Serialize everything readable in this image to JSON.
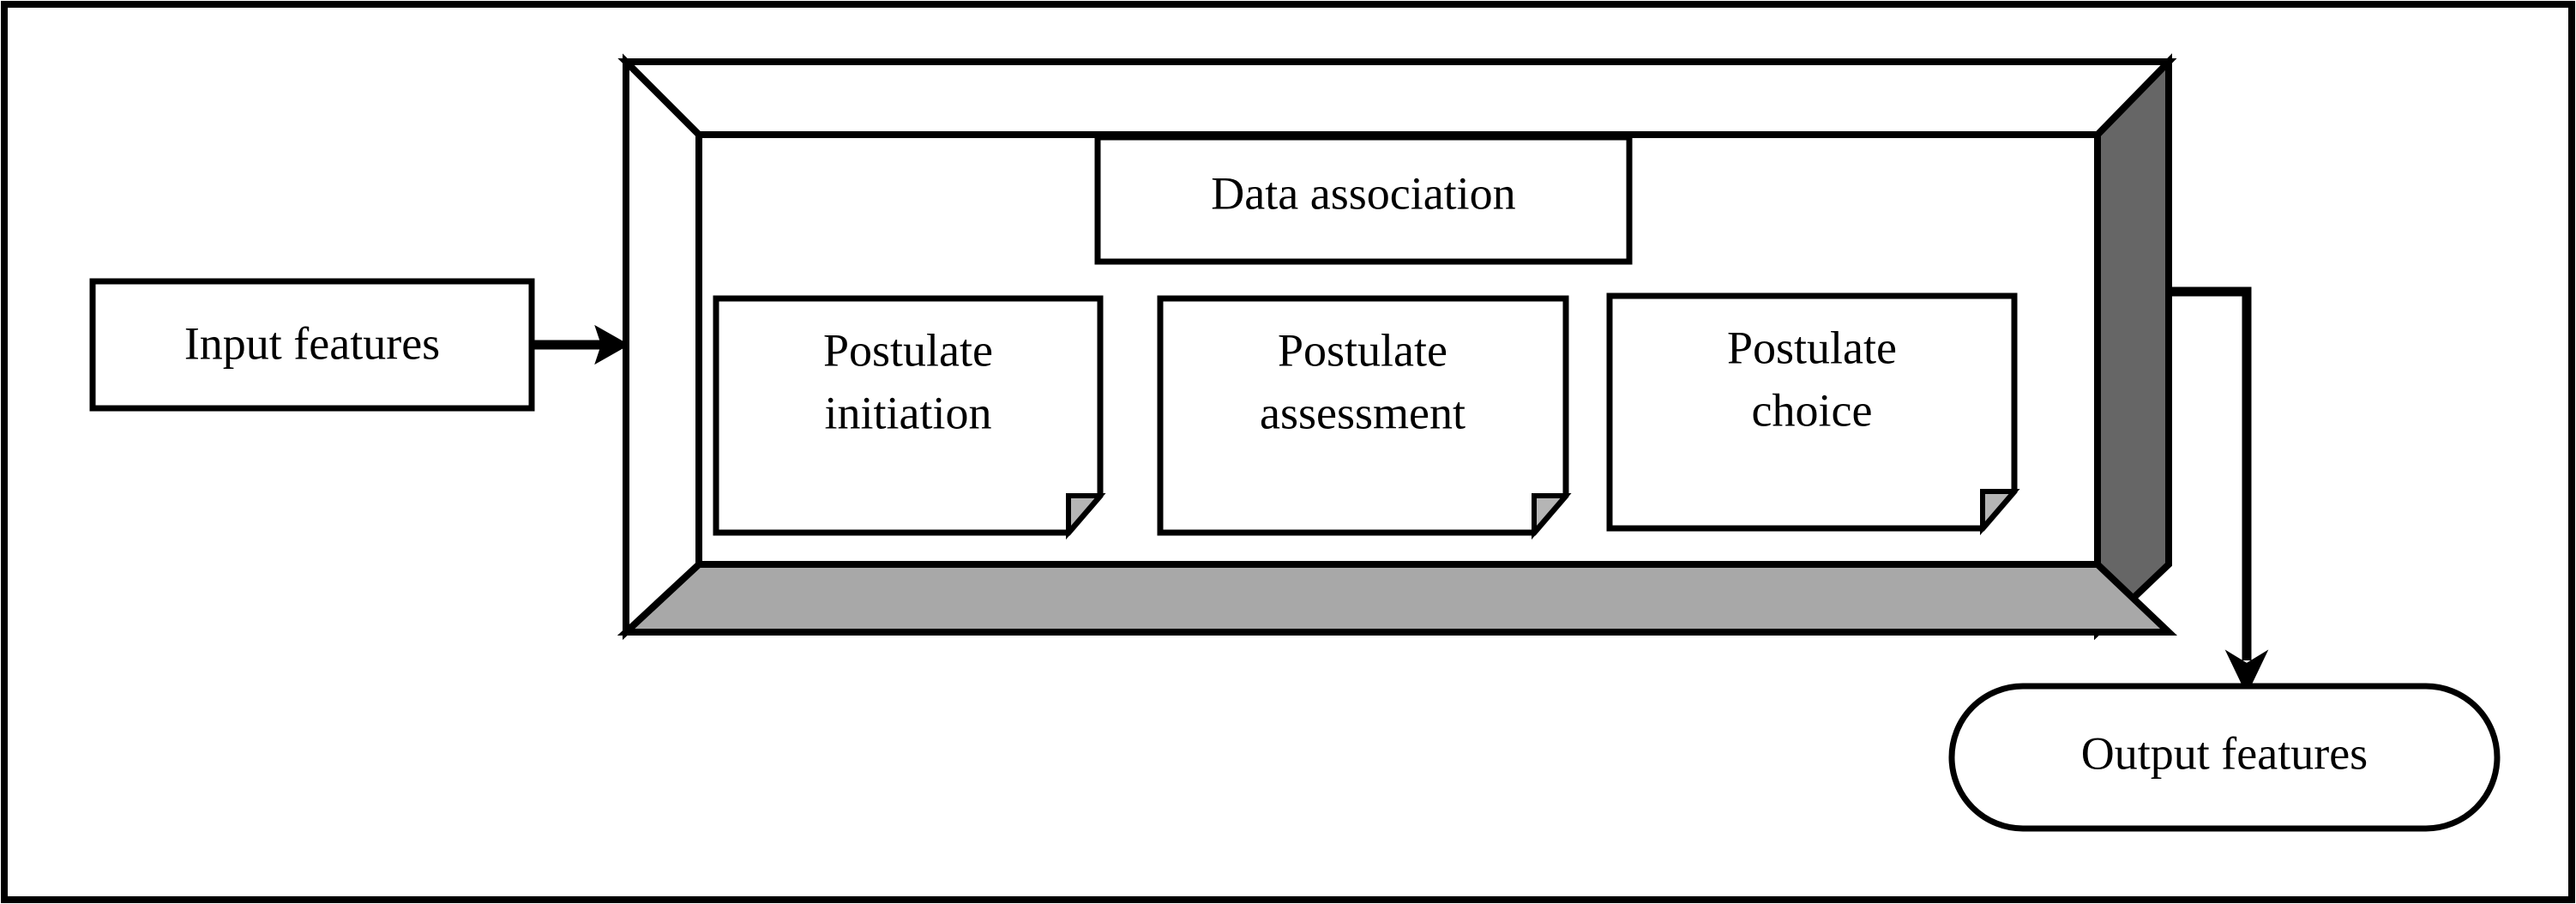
{
  "figure": {
    "type": "block-diagram",
    "orientation": "left-to-right",
    "frame": {
      "visible": true,
      "color": "#000000",
      "thickness": 6
    },
    "background": "#ffffff",
    "line_color": "#000000"
  },
  "colors": {
    "stroke": "#000000",
    "fill_white": "#ffffff",
    "box_right_face": "#666666",
    "box_bottom_face": "#a8a8a8",
    "fold_fill": "#b5b5b5"
  },
  "nodes": {
    "input": {
      "label": "Input features",
      "shape": "rectangle",
      "fill": "#ffffff"
    },
    "container": {
      "shape": "3d-box",
      "note": "open-front extruded frame housing the processing stages"
    },
    "data_association": {
      "label": "Data association",
      "shape": "rectangle",
      "fill": "#ffffff"
    },
    "postulate_initiation": {
      "label_lines": [
        "Postulate",
        "initiation"
      ],
      "shape": "document-folded-corner",
      "fill": "#ffffff"
    },
    "postulate_assessment": {
      "label_lines": [
        "Postulate",
        "assessment"
      ],
      "shape": "document-folded-corner",
      "fill": "#ffffff"
    },
    "postulate_choice": {
      "label_lines": [
        "Postulate",
        "choice"
      ],
      "shape": "document-folded-corner",
      "fill": "#ffffff"
    },
    "output": {
      "label": "Output features",
      "shape": "stadium",
      "fill": "#ffffff"
    }
  },
  "edges": [
    {
      "name": "input-to-container",
      "from": "input",
      "to": "container",
      "style": "solid",
      "arrowhead": "filled-triangle",
      "direction": "right"
    },
    {
      "name": "container-to-output",
      "from": "container",
      "to": "output",
      "style": "solid",
      "arrowhead": "filled-triangle",
      "direction": "down",
      "routing": "elbow"
    }
  ]
}
